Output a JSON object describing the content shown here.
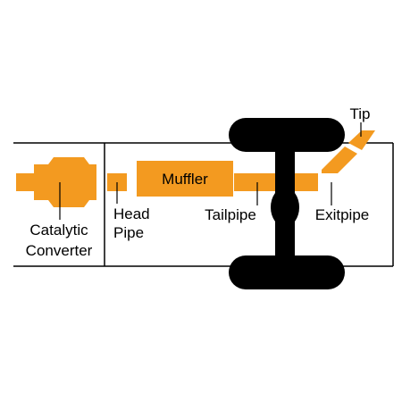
{
  "diagram": {
    "labels": {
      "catalytic_converter_line1": "Catalytic",
      "catalytic_converter_line2": "Converter",
      "head_pipe_line1": "Head",
      "head_pipe_line2": "Pipe",
      "muffler": "Muffler",
      "tailpipe": "Tailpipe",
      "exitpipe": "Exitpipe",
      "tip": "Tip"
    },
    "colors": {
      "pipe": "#f39a20",
      "axle": "#000000",
      "frame": "#000000",
      "background": "#ffffff"
    }
  }
}
